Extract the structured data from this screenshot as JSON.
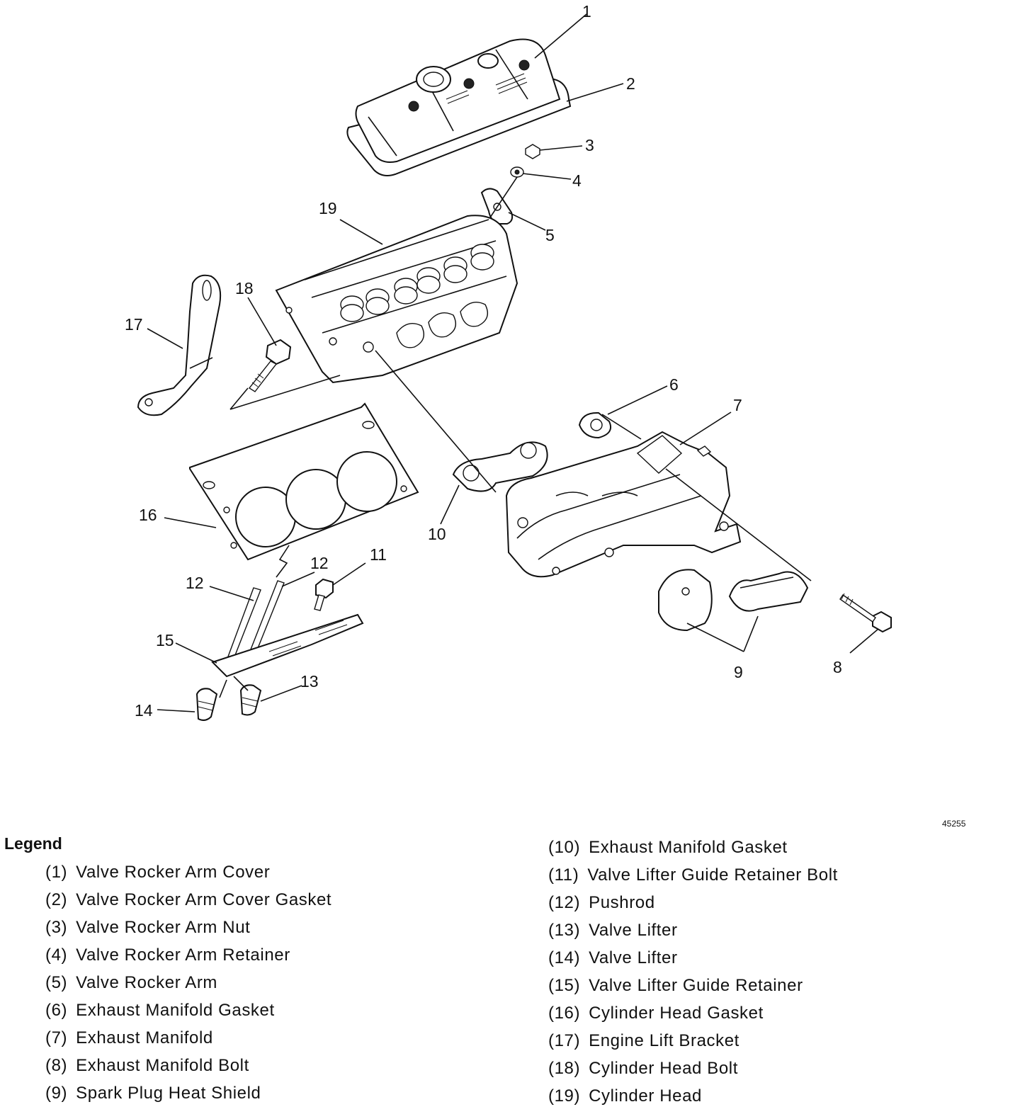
{
  "figure": {
    "id": "45255",
    "callouts": [
      "1",
      "2",
      "3",
      "4",
      "5",
      "6",
      "7",
      "8",
      "9",
      "10",
      "11",
      "12",
      "12",
      "13",
      "14",
      "15",
      "16",
      "17",
      "18",
      "19"
    ]
  },
  "legend": {
    "title": "Legend",
    "items": [
      {
        "num": "(1)",
        "label": "Valve Rocker Arm Cover"
      },
      {
        "num": "(2)",
        "label": "Valve Rocker Arm Cover Gasket"
      },
      {
        "num": "(3)",
        "label": "Valve Rocker Arm Nut"
      },
      {
        "num": "(4)",
        "label": "Valve Rocker Arm Retainer"
      },
      {
        "num": "(5)",
        "label": "Valve Rocker Arm"
      },
      {
        "num": "(6)",
        "label": "Exhaust Manifold Gasket"
      },
      {
        "num": "(7)",
        "label": "Exhaust Manifold"
      },
      {
        "num": "(8)",
        "label": "Exhaust Manifold Bolt"
      },
      {
        "num": "(9)",
        "label": "Spark Plug Heat Shield"
      },
      {
        "num": "(10)",
        "label": "Exhaust Manifold Gasket"
      },
      {
        "num": "(11)",
        "label": "Valve Lifter Guide Retainer Bolt"
      },
      {
        "num": "(12)",
        "label": "Pushrod"
      },
      {
        "num": "(13)",
        "label": "Valve Lifter"
      },
      {
        "num": "(14)",
        "label": "Valve Lifter"
      },
      {
        "num": "(15)",
        "label": "Valve Lifter Guide Retainer"
      },
      {
        "num": "(16)",
        "label": "Cylinder Head Gasket"
      },
      {
        "num": "(17)",
        "label": "Engine Lift Bracket"
      },
      {
        "num": "(18)",
        "label": "Cylinder Head Bolt"
      },
      {
        "num": "(19)",
        "label": "Cylinder Head"
      }
    ]
  }
}
